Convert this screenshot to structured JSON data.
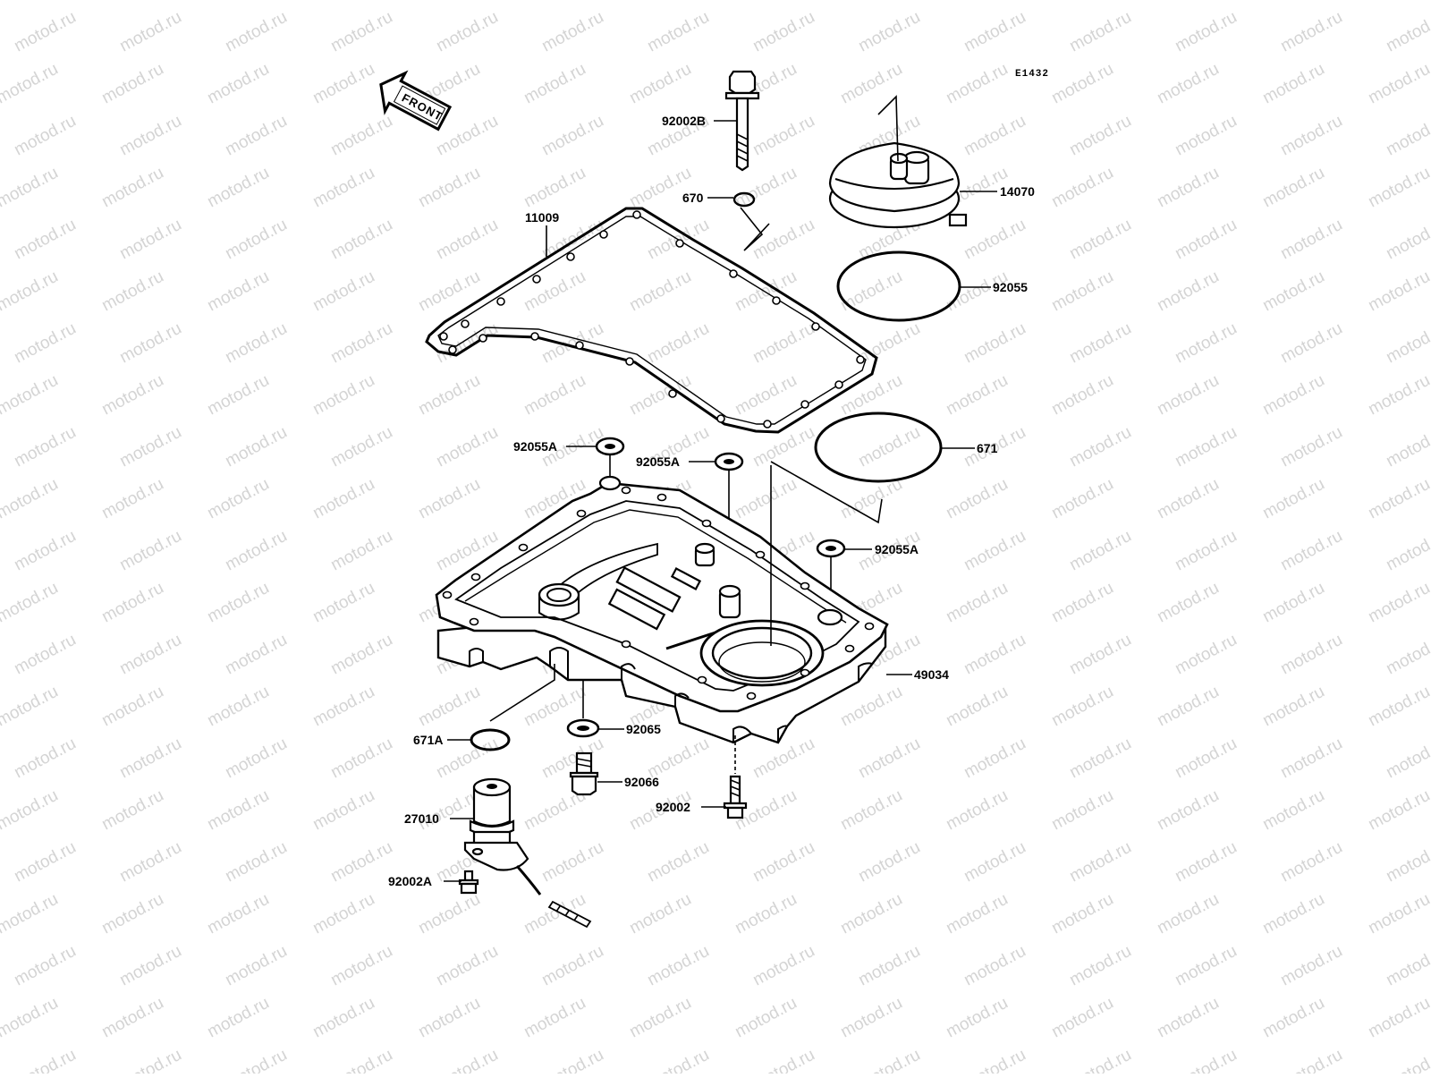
{
  "diagram": {
    "drawing_code": "E1432",
    "watermark": "motod.ru",
    "front_arrow_text": "FRONT",
    "parts": [
      {
        "id": "bolt-upper",
        "label": "92002B"
      },
      {
        "id": "oring-small-upper",
        "label": "670"
      },
      {
        "id": "cover-cap",
        "label": "14070"
      },
      {
        "id": "gasket",
        "label": "11009"
      },
      {
        "id": "oring-cap",
        "label": "92055"
      },
      {
        "id": "washer-left",
        "label": "92055A"
      },
      {
        "id": "washer-mid",
        "label": "92055A"
      },
      {
        "id": "oring-large",
        "label": "671"
      },
      {
        "id": "washer-right",
        "label": "92055A"
      },
      {
        "id": "oil-pan",
        "label": "49034"
      },
      {
        "id": "oring-sensor",
        "label": "671A"
      },
      {
        "id": "washer-drain",
        "label": "92065"
      },
      {
        "id": "drain-plug",
        "label": "92066"
      },
      {
        "id": "bolt-lower",
        "label": "92002"
      },
      {
        "id": "oil-sensor",
        "label": "27010"
      },
      {
        "id": "bolt-sensor",
        "label": "92002A"
      }
    ]
  }
}
